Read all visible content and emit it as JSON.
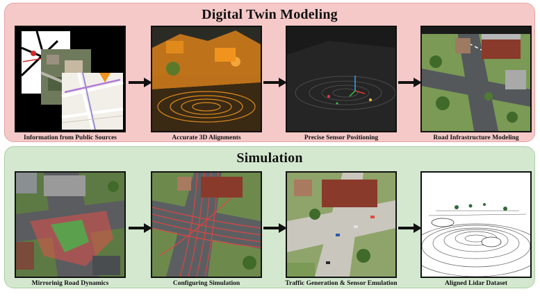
{
  "sections": [
    {
      "title": "Digital Twin Modeling",
      "steps": [
        {
          "caption": "Information from Public Sources"
        },
        {
          "caption": "Accurate 3D Alignments"
        },
        {
          "caption": "Precise Sensor Positioning"
        },
        {
          "caption": "Road Infrastructure Modeling"
        }
      ]
    },
    {
      "title": "Simulation",
      "steps": [
        {
          "caption": "Mirrorinig Road Dynamics"
        },
        {
          "caption": "Configuring Simulation"
        },
        {
          "caption": "Traffic Generation & Sensor Emulation"
        },
        {
          "caption": "Aligned Lidar Dataset"
        }
      ]
    }
  ],
  "colors": {
    "top_panel": "#f6c9c9",
    "bottom_panel": "#d3e8cf",
    "arrow": "#111111",
    "pointcloud_orange": "#f0941e"
  }
}
